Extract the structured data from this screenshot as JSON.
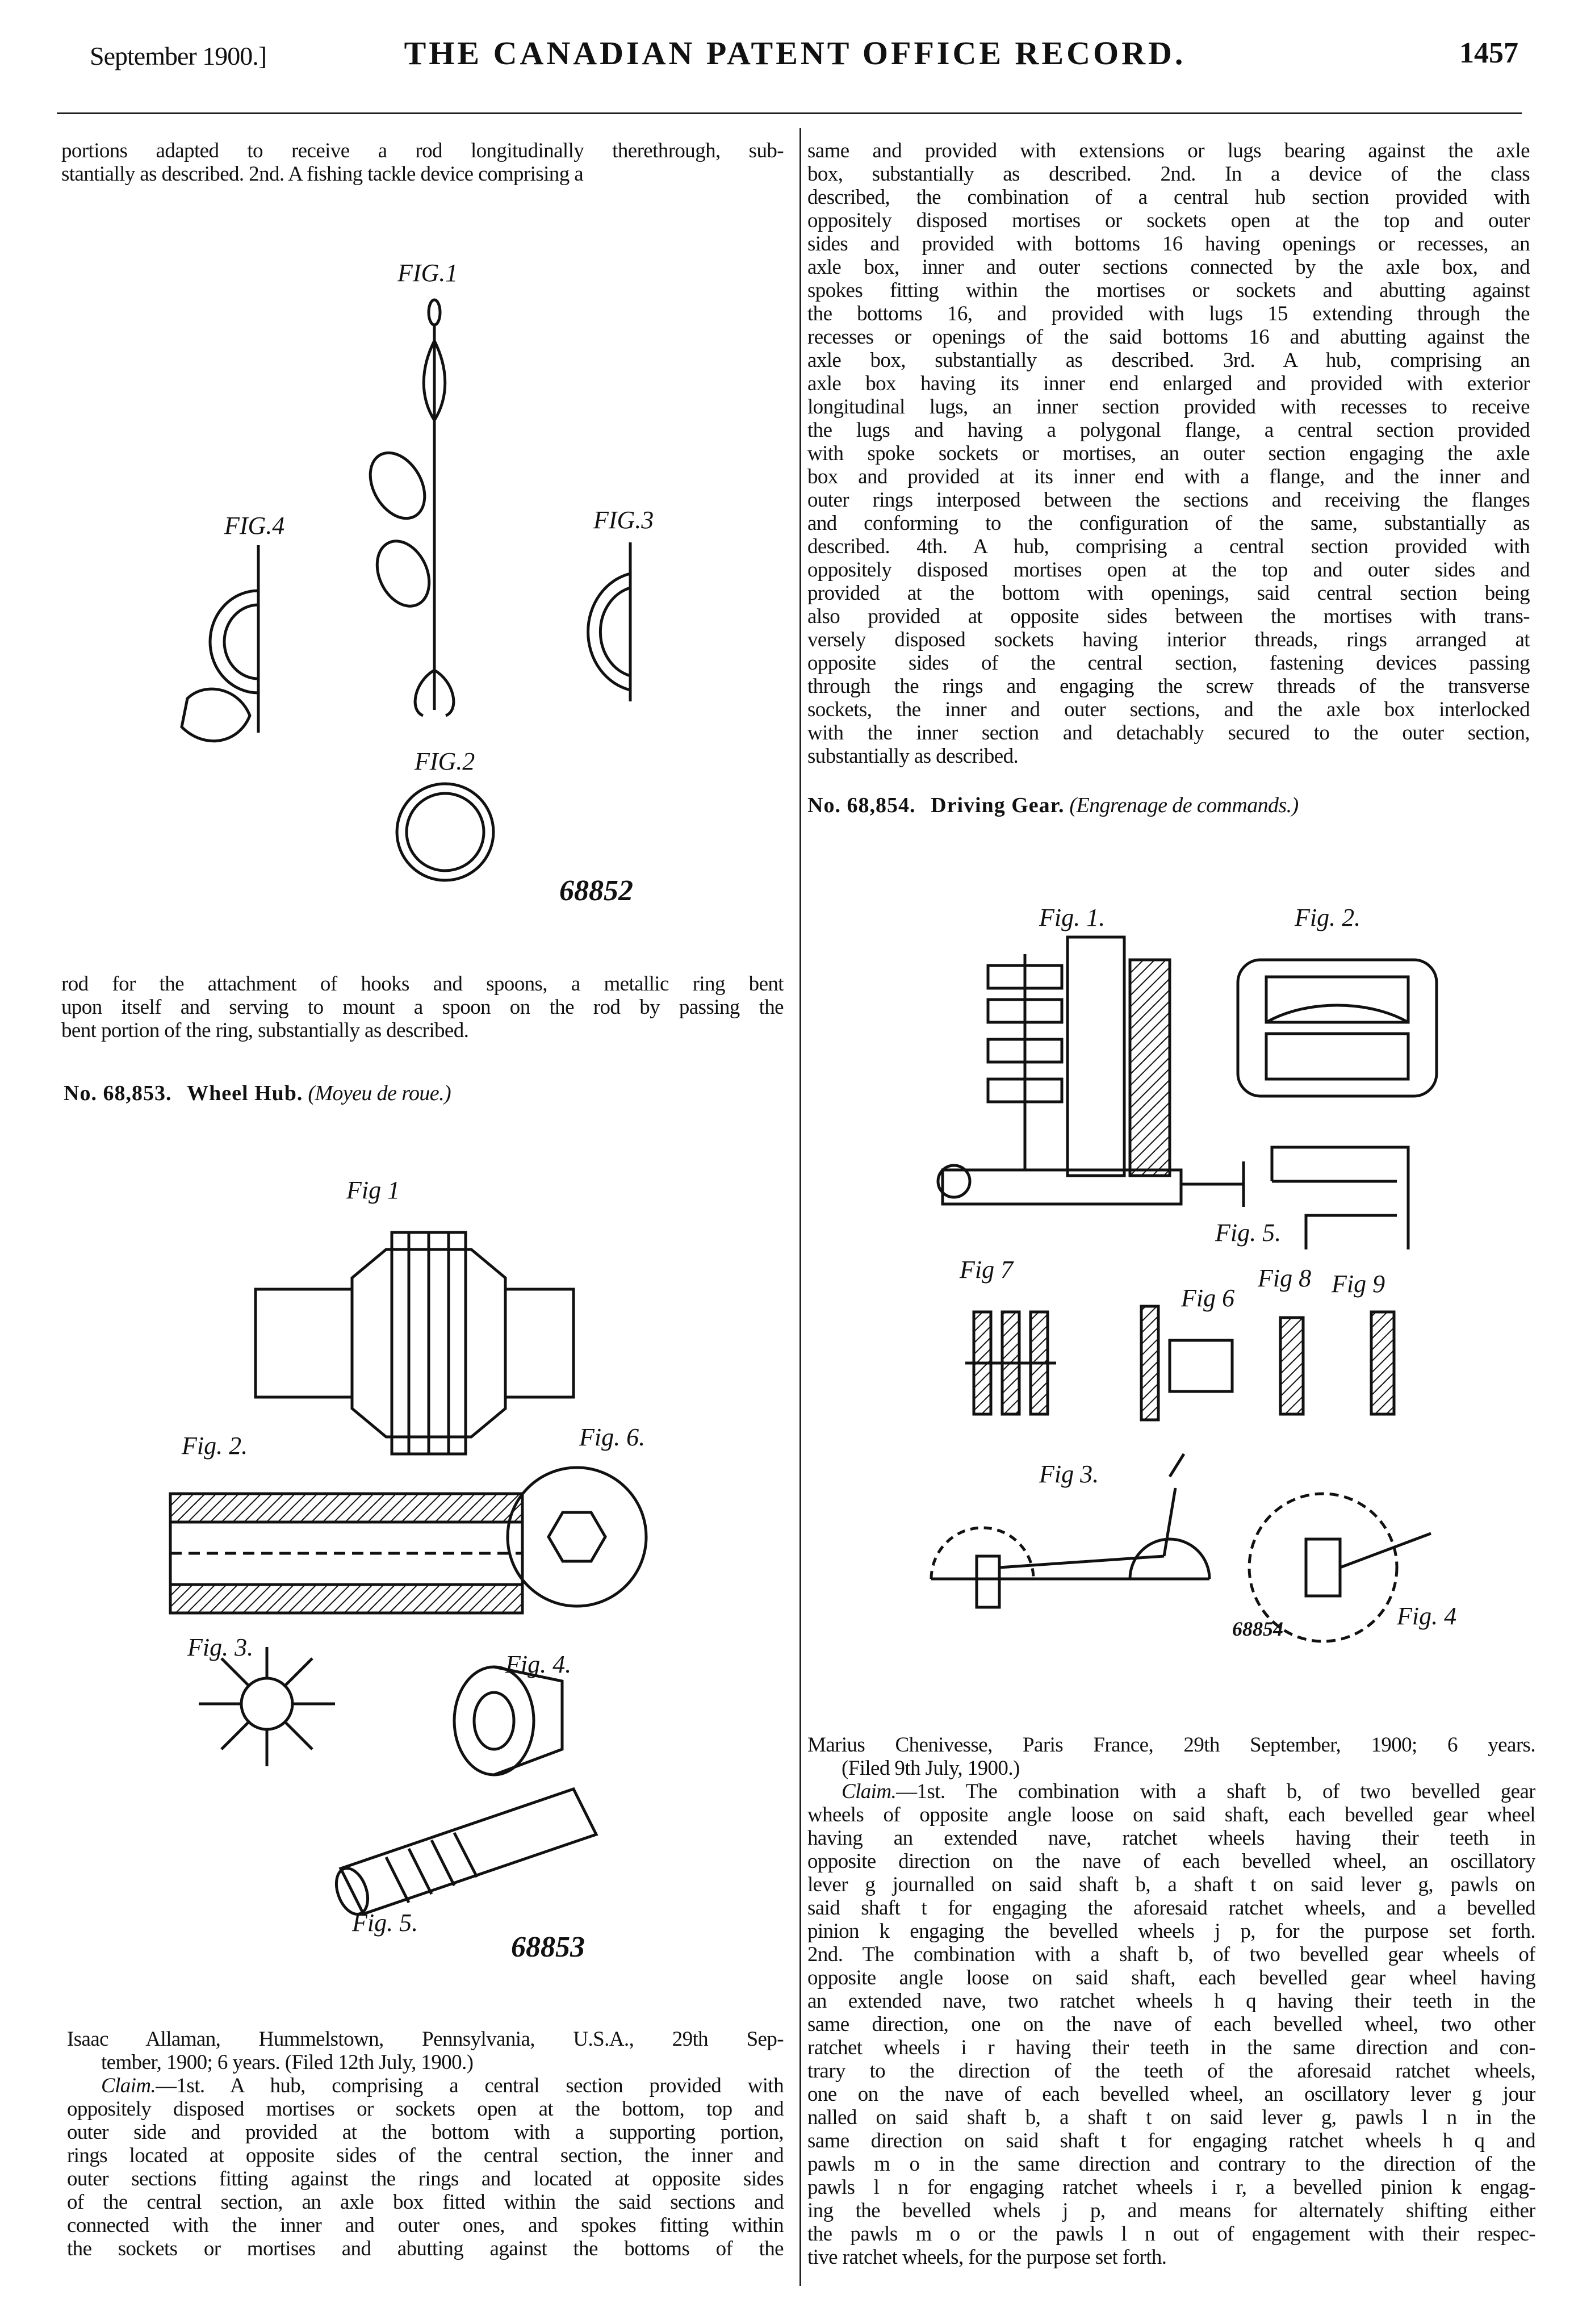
{
  "header": {
    "date": "September 1900.]",
    "title": "THE CANADIAN PATENT OFFICE RECORD.",
    "page_number": "1457"
  },
  "left": {
    "top_lines": [
      "portions adapted to receive a rod longitudinally therethrough, sub-",
      "stantially as described. 2nd. A fishing tackle device comprising a"
    ],
    "mid_lines": [
      "rod for the attachment of hooks and spoons, a metallic ring bent",
      "upon itself and serving to mount a spoon on the rod by passing the",
      "bent portion of the ring, substantially as described."
    ],
    "patent_68853": {
      "number": "No. 68,853.",
      "title": "Wheel Hub.",
      "french": "(Moyeu de roue.)",
      "inventor_lines": [
        "Isaac Allaman, Hummelstown, Pennsylvania, U.S.A., 29th Sep-",
        "tember, 1900; 6 years. (Filed 12th July, 1900.)"
      ],
      "claim_label": "Claim.",
      "claim_first": "—1st. A hub, comprising a central section provided with",
      "claim_lines": [
        "oppositely disposed mortises or sockets open at the bottom, top and",
        "outer side and provided at the bottom with a supporting portion,",
        "rings located at opposite sides of the central section, the inner and",
        "outer sections fitting against the rings and located at opposite sides",
        "of the central section, an axle box fitted within the said sections and",
        "connected with the inner and outer ones, and spokes fitting within",
        "the sockets or mortises and abutting against the bottoms of the"
      ]
    }
  },
  "right": {
    "top_lines": [
      "same and provided with extensions or lugs bearing against the axle",
      "box, substantially as described. 2nd. In a device of the class",
      "described, the combination of a central hub section provided with",
      "oppositely disposed mortises or sockets open at the top and outer",
      "sides and provided with bottoms 16 having openings or recesses, an",
      "axle box, inner and outer sections connected by the axle box, and",
      "spokes fitting within the mortises or sockets and abutting against",
      "the bottoms 16, and provided with lugs 15 extending through the",
      "recesses or openings of the said bottoms 16 and abutting against the",
      "axle box, substantially as described. 3rd. A hub, comprising an",
      "axle box having its inner end enlarged and provided with exterior",
      "longitudinal lugs, an inner section provided with recesses to receive",
      "the lugs and having a polygonal flange, a central section provided",
      "with spoke sockets or mortises, an outer section engaging the axle",
      "box and provided at its inner end with a flange, and the inner and",
      "outer rings interposed between the sections and receiving the flanges",
      "and conforming to the configuration of the same, substantially as",
      "described. 4th. A hub, comprising a central section provided with",
      "oppositely disposed mortises open at the top and outer sides and",
      "provided at the bottom with openings, said central section being",
      "also provided at opposite sides between the mortises with trans-",
      "versely disposed sockets having interior threads, rings arranged at",
      "opposite sides of the central section, fastening devices passing",
      "through the rings and engaging the screw threads of the transverse",
      "sockets, the inner and outer sections, and the axle box interlocked",
      "with the inner section and detachably secured to the outer section,",
      "substantially as described."
    ],
    "patent_68854": {
      "number": "No. 68,854.",
      "title": "Driving Gear.",
      "french": "(Engrenage de commands.)",
      "inventor_lines": [
        "Marius Chenivesse, Paris France, 29th September, 1900; 6 years.",
        "(Filed 9th July, 1900.)"
      ],
      "claim_label": "Claim.",
      "claim_first": "—1st. The combination with a shaft b, of two bevelled gear",
      "claim_lines": [
        "wheels of opposite angle loose on said shaft, each bevelled gear wheel",
        "having an extended nave, ratchet wheels having their teeth in",
        "opposite direction on the nave of each bevelled wheel, an oscillatory",
        "lever g journalled on said shaft b, a shaft t on said lever g, pawls on",
        "said shaft t for engaging the aforesaid ratchet wheels, and a bevelled",
        "pinion k engaging the bevelled wheels j p, for the purpose set forth.",
        "2nd. The combination with a shaft b, of two bevelled gear wheels of",
        "opposite angle loose on said shaft, each bevelled gear wheel having",
        "an extended nave, two ratchet wheels h q having their teeth in the",
        "same direction, one on the nave of each bevelled wheel, two other",
        "ratchet wheels i r having their teeth in the same direction and con-",
        "trary to the direction of the teeth of the aforesaid ratchet wheels,",
        "one on the nave of each bevelled wheel, an oscillatory lever g jour",
        "nalled on said shaft b, a shaft t on said lever g, pawls l n in the",
        "same direction on said shaft t for engaging ratchet wheels h q and",
        "pawls m o in the same direction and contrary to the direction of the",
        "pawls l n for engaging ratchet wheels i r, a bevelled pinion k engag-",
        "ing the bevelled whels j p, and means for alternately shifting either",
        "the pawls m o or the pawls l n out of engagement with their respec-",
        "tive ratchet wheels, for the purpose set forth."
      ]
    }
  },
  "figures": {
    "fishing": {
      "fig1": "FIG.1",
      "fig2": "FIG.2",
      "fig3": "FIG.3",
      "fig4": "FIG.4",
      "number": "68852"
    },
    "hub": {
      "fig1": "Fig 1",
      "fig2": "Fig. 2.",
      "fig3": "Fig. 3.",
      "fig4": "Fig. 4.",
      "fig5": "Fig. 5.",
      "fig6": "Fig. 6.",
      "number": "68853"
    },
    "gear": {
      "fig1": "Fig. 1.",
      "fig2": "Fig. 2.",
      "fig3": "Fig 3.",
      "fig4": "Fig. 4",
      "fig5": "Fig. 5.",
      "fig6": "Fig 6",
      "fig7": "Fig 7",
      "fig8": "Fig 8",
      "fig9": "Fig 9",
      "number": "68854"
    }
  }
}
